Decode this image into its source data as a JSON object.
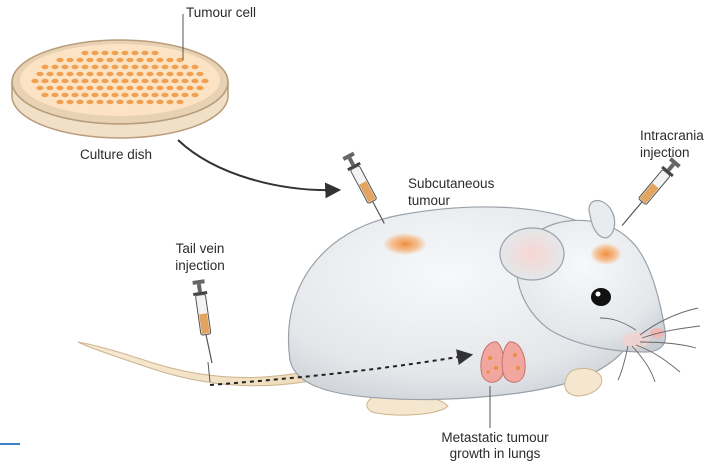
{
  "labels": {
    "tumour_cell": "Tumour cell",
    "culture_dish": "Culture dish",
    "subcutaneous_line1": "Subcutaneous",
    "subcutaneous_line2": "tumour",
    "intracranial_line1": "Intracrania",
    "intracranial_line2": "injection",
    "tail_vein_line1": "Tail vein",
    "tail_vein_line2": "injection",
    "metastatic_line1": "Metastatic tumour",
    "metastatic_line2": "growth in lungs"
  },
  "colors": {
    "mouse_body": "#e9ecef",
    "mouse_shadow": "#c9ced3",
    "tumour": "#f08c3a",
    "dish_cells": "#f0a050",
    "dish_medium": "#fbe3c4",
    "lungs": "#f2a6a0",
    "accent_line": "#3b82c4"
  },
  "icons": {
    "syringe": "syringe-icon",
    "arrow": "arrow-icon"
  }
}
